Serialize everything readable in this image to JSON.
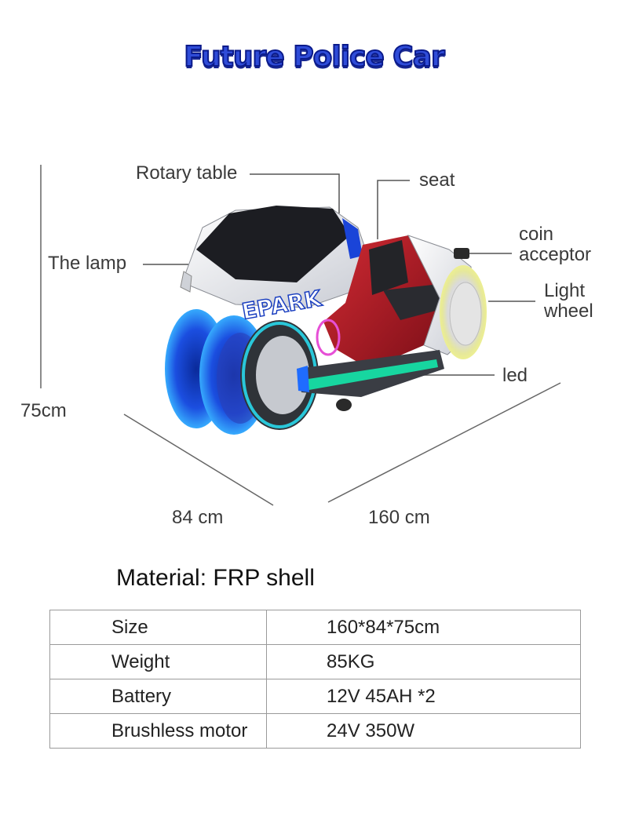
{
  "title": "Future Police Car",
  "labels": {
    "rotary_table": "Rotary table",
    "seat": "seat",
    "lamp": "The lamp",
    "coin_acceptor_1": "coin",
    "coin_acceptor_2": "acceptor",
    "light_wheel_1": "Light",
    "light_wheel_2": "wheel",
    "led": "led",
    "logo": "EPARK"
  },
  "dimensions": {
    "height": "75cm",
    "width": "84 cm",
    "length": "160 cm"
  },
  "material": "Material: FRP shell",
  "specs": [
    {
      "key": "Size",
      "value": "160*84*75cm"
    },
    {
      "key": "Weight",
      "value": "85KG"
    },
    {
      "key": "Battery",
      "value": "12V 45AH *2"
    },
    {
      "key": "Brushless motor",
      "value": "24V 350W"
    }
  ],
  "colors": {
    "title": "#2f4cd8",
    "title_outline": "#0a1a8a",
    "wheel_glow": "#1f8cff",
    "led_glow": "#17d6a0",
    "body_red": "#b01c26"
  }
}
